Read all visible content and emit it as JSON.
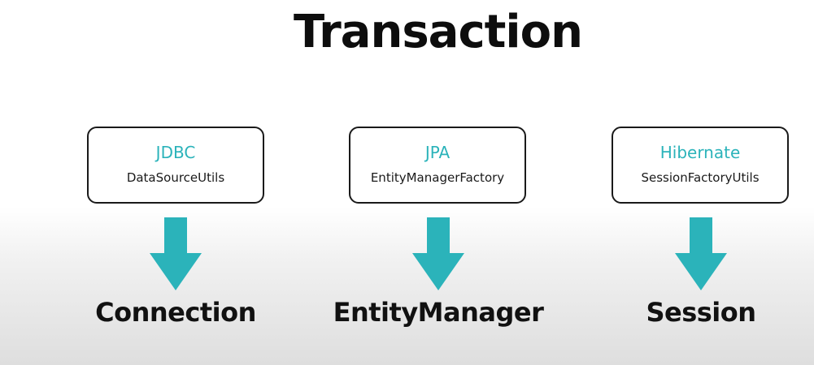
{
  "title": "Transaction",
  "colors": {
    "accent": "#2bb3ba",
    "text": "#111111",
    "box_border": "#1a1a1a"
  },
  "columns": [
    {
      "technology": "JDBC",
      "utility": "DataSourceUtils",
      "result": "Connection"
    },
    {
      "technology": "JPA",
      "utility": "EntityManagerFactory",
      "result": "EntityManager"
    },
    {
      "technology": "Hibernate",
      "utility": "SessionFactoryUtils",
      "result": "Session"
    }
  ]
}
